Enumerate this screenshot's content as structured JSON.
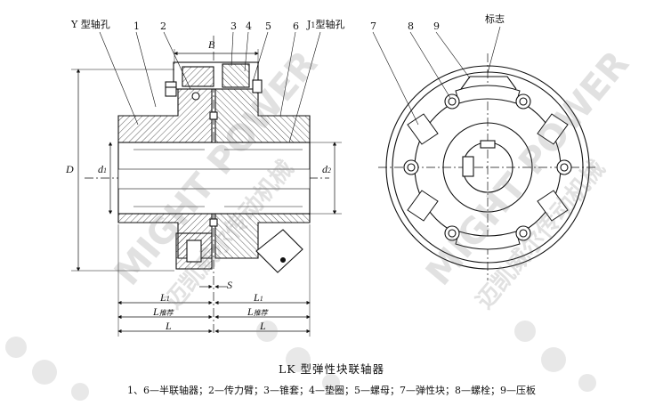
{
  "labels": {
    "y_hole": "Y 型轴孔",
    "j1_hole": "型轴孔",
    "j1_letter": "J",
    "j1_sub": "1",
    "mark": "标志",
    "num1": "1",
    "num2": "2",
    "num3": "3",
    "num4": "4",
    "num5": "5",
    "num6": "6",
    "num7": "7",
    "num8": "8",
    "num9": "9",
    "dim_B": "B",
    "dim_D": "D",
    "dim_d": "d",
    "dim_d1_sub": "1",
    "dim_d2_sub": "2",
    "dim_S": "S",
    "dim_L": "L",
    "dim_L1_sub": "1",
    "dim_Lrec_sub": "推荐"
  },
  "caption": {
    "title": "LK 型弹性块联轴器",
    "legend": "1、6—半联轴器；2—传力臂；3—锥套；4—垫圈；5—螺母；7—弹性块；8—螺栓；9—压板"
  },
  "watermark": {
    "brand": "MIGHT POWER",
    "cn": "迈凯威尔传动机械"
  }
}
